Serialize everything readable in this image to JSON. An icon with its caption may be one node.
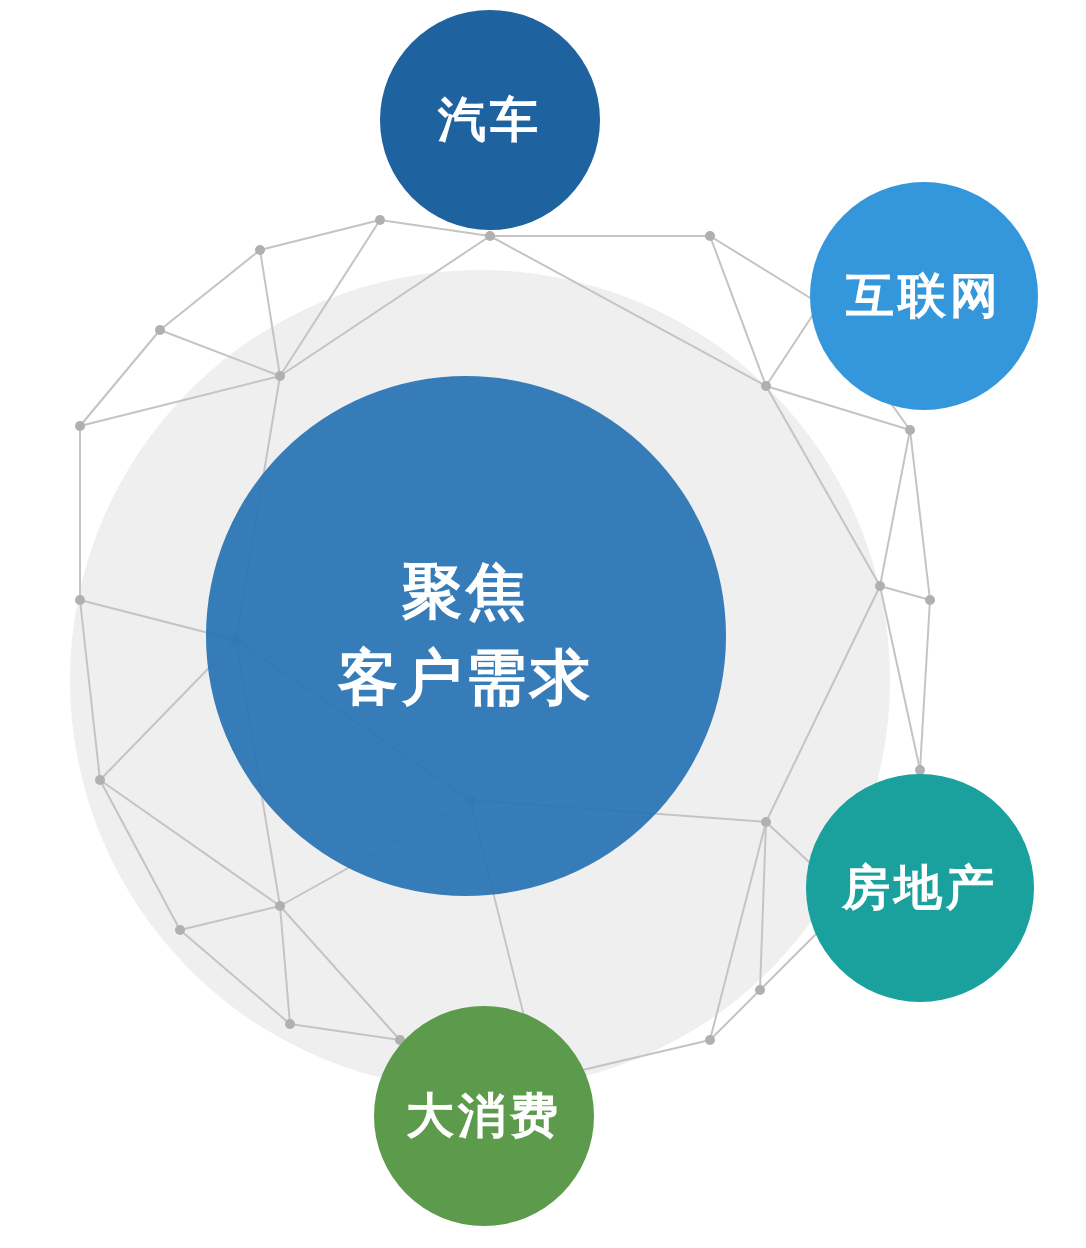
{
  "diagram": {
    "nodes": [
      {
        "text": [
          "聚焦",
          "客户需求"
        ]
      },
      {
        "text": [
          "汽车"
        ]
      },
      {
        "text": [
          "互联网"
        ]
      },
      {
        "text": [
          "房地产"
        ]
      },
      {
        "text": [
          "大消费"
        ]
      }
    ]
  }
}
